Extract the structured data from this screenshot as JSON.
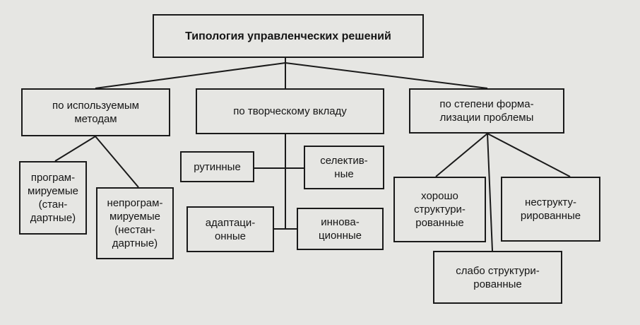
{
  "diagram": {
    "root": "Типология управленческих решений",
    "categories": [
      {
        "label": "по используемым\nметодам",
        "children": [
          "програм-\nмируемые\n(стан-\nдартные)",
          "непрограм-\nмируемые\n(нестан-\nдартные)"
        ]
      },
      {
        "label": "по творческому вкладу",
        "children": [
          "рутинные",
          "селектив-\nные",
          "адаптаци-\nонные",
          "иннова-\nционные"
        ]
      },
      {
        "label": "по степени форма-\nлизации проблемы",
        "children": [
          "хорошо\nструктури-\nрованные",
          "неструкту-\nрированные",
          "слабо структури-\nрованные"
        ]
      }
    ]
  }
}
